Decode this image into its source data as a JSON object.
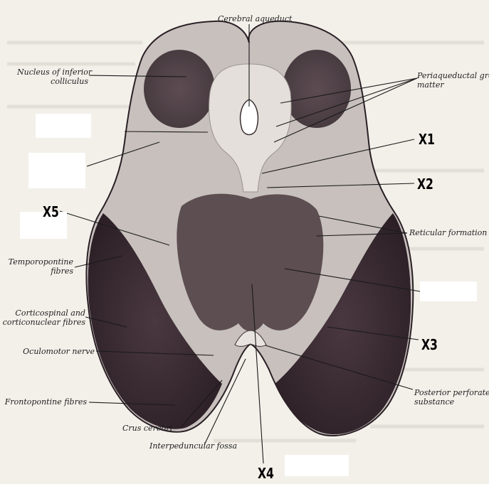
{
  "labels": {
    "cerebral_aqueduct": "Cerebral aqueduct",
    "nucleus_inferior_colliculus_1": "Nucleus of inferior",
    "nucleus_inferior_colliculus_2": "colliculus",
    "periaqueductal_1": "Periaqueductal grey",
    "periaqueductal_2": "matter",
    "reticular_formation": "Reticular formation",
    "temporopontine_1": "Temporopontine",
    "temporopontine_2": "fibres",
    "corticospinal_1": "Corticospinal and",
    "corticospinal_2": "corticonuclear fibres",
    "oculomotor_nerve": "Oculomotor nerve",
    "frontopontine_fibres": "Frontopontine fibres",
    "crus_cerebri": "Crus cerebri",
    "interpeduncular_fossa": "Interpeduncular fossa",
    "posterior_perforated_1": "Posterior perforated",
    "posterior_perforated_2": "substance"
  },
  "markers": {
    "x1": "X1",
    "x2": "X2",
    "x3": "X3",
    "x4": "X4",
    "x5": "X5"
  },
  "colors": {
    "background": "#f3f0ea",
    "section_dark": "#3b2c33",
    "section_light": "#c9c2bf",
    "aqueduct_grey": "#e2ddd8",
    "leader_line": "#1a1a1a"
  }
}
